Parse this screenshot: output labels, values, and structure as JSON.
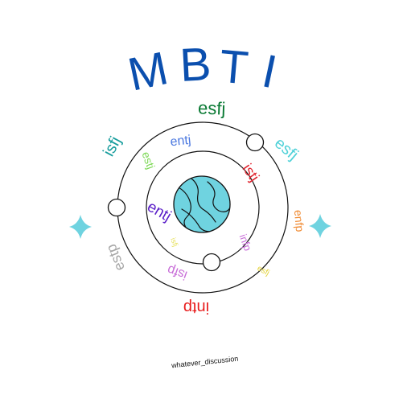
{
  "title": {
    "letters": [
      "M",
      "B",
      "T",
      "I"
    ],
    "color": "#0b4fae"
  },
  "credit": "whatever_discussion",
  "colors": {
    "planet": "#6fd3e0",
    "orbit": "#111111",
    "sparkle": "#6fd3e0"
  },
  "icons": {
    "left_sparkle": "four-point-star-icon",
    "right_sparkle": "four-point-star-icon",
    "planet": "planet-icon"
  },
  "labels": [
    {
      "id": "outer-top",
      "text": "esfj",
      "color": "#0a7a34"
    },
    {
      "id": "outer-top-right",
      "text": "esfj",
      "color": "#4fd1d8"
    },
    {
      "id": "outer-right",
      "text": "enfp",
      "color": "#f08a32"
    },
    {
      "id": "outer-bottom-right",
      "text": "esfj",
      "color": "#e3d239"
    },
    {
      "id": "outer-bottom",
      "text": "intp",
      "color": "#e81e1e"
    },
    {
      "id": "outer-bottom-left",
      "text": "estp",
      "color": "#a6a6a6"
    },
    {
      "id": "outer-top-left",
      "text": "isfj",
      "color": "#159c9c"
    },
    {
      "id": "inner-top",
      "text": "entj",
      "color": "#4b78e0"
    },
    {
      "id": "inner-top-left",
      "text": "estj",
      "color": "#7ed957"
    },
    {
      "id": "inner-top-right",
      "text": "istj",
      "color": "#e0242f"
    },
    {
      "id": "inner-right",
      "text": "infp",
      "color": "#c86ed8"
    },
    {
      "id": "inner-bottom",
      "text": "isfp",
      "color": "#c86ed8"
    },
    {
      "id": "inner-bottom-left",
      "text": "isfj",
      "color": "#e6e05a"
    },
    {
      "id": "inner-left",
      "text": "entj",
      "color": "#5a1ec8"
    }
  ]
}
